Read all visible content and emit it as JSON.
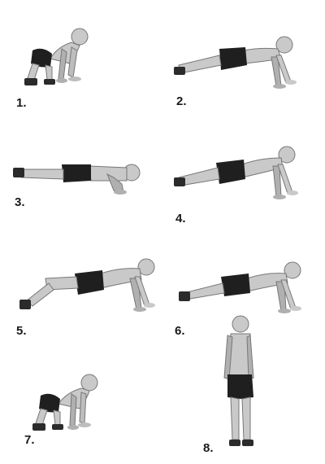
{
  "steps": [
    {
      "label": "1.",
      "pose": "squat-hands-down"
    },
    {
      "label": "2.",
      "pose": "plank-high"
    },
    {
      "label": "3.",
      "pose": "push-up-low"
    },
    {
      "label": "4.",
      "pose": "plank-high"
    },
    {
      "label": "5.",
      "pose": "plank-high-knee"
    },
    {
      "label": "6.",
      "pose": "plank-high"
    },
    {
      "label": "7.",
      "pose": "squat-hands-down"
    },
    {
      "label": "8.",
      "pose": "standing"
    }
  ],
  "colors": {
    "skin": "#c9c9c9",
    "skin_shade": "#9a9a9a",
    "shorts": "#1f1f1f",
    "shoe": "#2b2b2b",
    "label": "#1a1a1a"
  }
}
